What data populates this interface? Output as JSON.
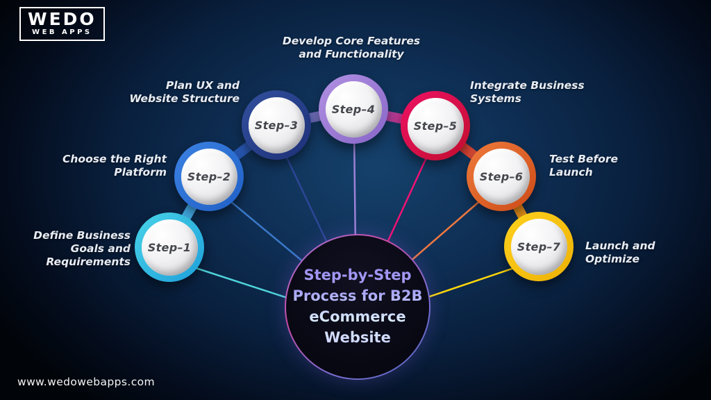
{
  "logo": {
    "line1": "WEDO",
    "line2": "WEB APPS"
  },
  "hub": {
    "text": "Step-by-Step\nProcess for B2B\neCommerce\nWebsite",
    "border_colors": [
      "#9a7fe0",
      "#c94ba8",
      "#7d6fd2",
      "#4f63bc"
    ],
    "text_gradient": [
      "#9d8cf4",
      "#aaa8f6",
      "#d9eafb",
      "#cdd2ff"
    ],
    "background_color": "#08080f"
  },
  "steps": [
    {
      "id": "Step–1",
      "title": "Define Business\nGoals and\nRequirements",
      "ring_colors": [
        "#49d4e8",
        "#1d9fda"
      ],
      "line_color": "#4fd4da"
    },
    {
      "id": "Step–2",
      "title": "Choose the Right\nPlatform",
      "ring_colors": [
        "#3c82e2",
        "#1f5fc6"
      ],
      "line_color": "#3a79c9"
    },
    {
      "id": "Step–3",
      "title": "Plan UX and\nWebsite Structure",
      "ring_colors": [
        "#32509e",
        "#1d3077"
      ],
      "line_color": "#2c4697"
    },
    {
      "id": "Step–4",
      "title": "Develop Core Features\nand Functionality",
      "ring_colors": [
        "#b191e2",
        "#8765c8"
      ],
      "line_color": "#9c82d8"
    },
    {
      "id": "Step–5",
      "title": "Integrate Business\nSystems",
      "ring_colors": [
        "#ee1164",
        "#c00e2e"
      ],
      "line_color": "#f01274"
    },
    {
      "id": "Step–6",
      "title": "Test Before\nLaunch",
      "ring_colors": [
        "#ef7b3c",
        "#cc4a16"
      ],
      "line_color": "#f07840"
    },
    {
      "id": "Step–7",
      "title": "Launch and\nOptimize",
      "ring_colors": [
        "#ffd21e",
        "#edb004"
      ],
      "line_color": "#ffd60a"
    }
  ],
  "footer": {
    "website": "www.wedowebapps.com"
  }
}
